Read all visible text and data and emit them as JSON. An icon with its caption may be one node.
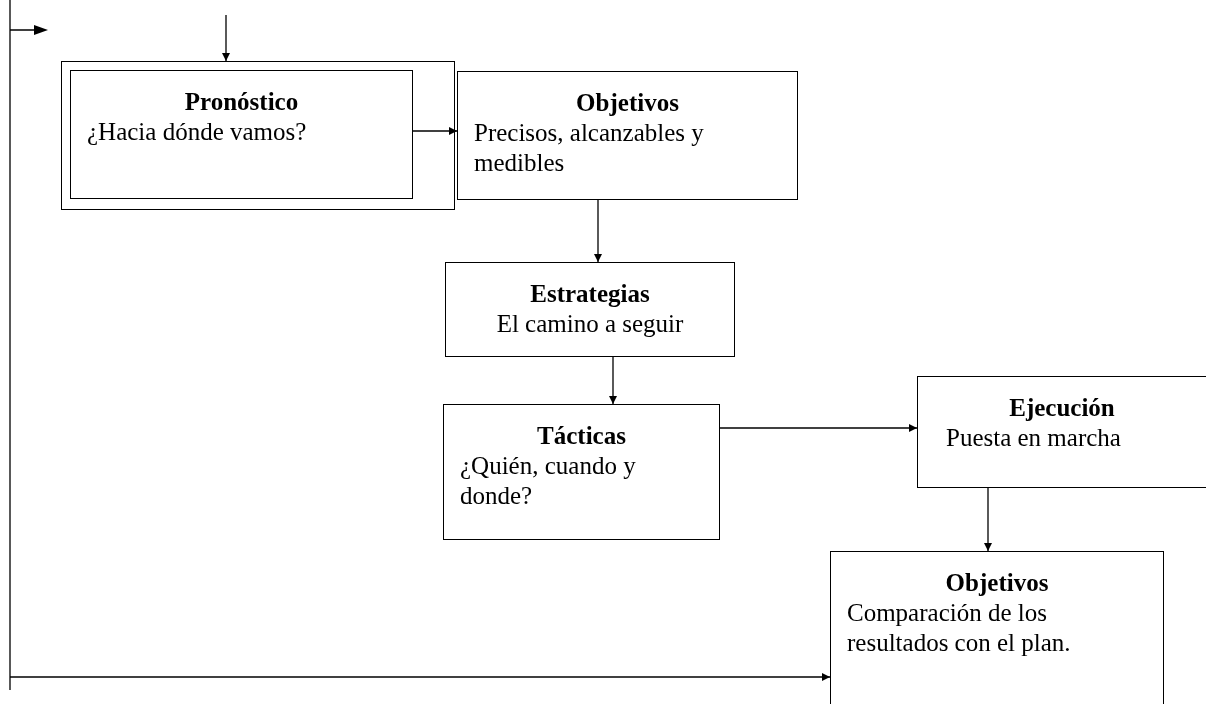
{
  "diagram": {
    "nodes": [
      {
        "text": [],
        "shape": "box"
      },
      {
        "text": [
          "Pronóstico",
          "¿Hacia dónde vamos?"
        ],
        "in": 0
      },
      {
        "text": [
          "Objetivos",
          "Precisos, alcanzables y medibles"
        ]
      },
      {
        "text": [
          "Estrategias",
          "El camino a seguir"
        ]
      },
      {
        "text": [
          "Tácticas",
          "¿Quién, cuando y donde?"
        ]
      },
      {
        "text": [
          "Ejecución",
          "Puesta en marcha"
        ]
      },
      {
        "text": [
          "Objetivos",
          "Comparación de los resultados con el plan."
        ]
      }
    ],
    "edges": [
      {
        "from": null,
        "to": 0,
        "arrow": "to"
      },
      {
        "from": 1,
        "to": 2,
        "arrow": "to"
      },
      {
        "from": 2,
        "to": 3,
        "arrow": "to"
      },
      {
        "from": 3,
        "to": 4,
        "arrow": "to"
      },
      {
        "from": 4,
        "to": 5,
        "arrow": "to"
      },
      {
        "from": 5,
        "to": 6,
        "arrow": "to"
      },
      {
        "from": null,
        "to": 6,
        "arrow": "to"
      }
    ]
  }
}
